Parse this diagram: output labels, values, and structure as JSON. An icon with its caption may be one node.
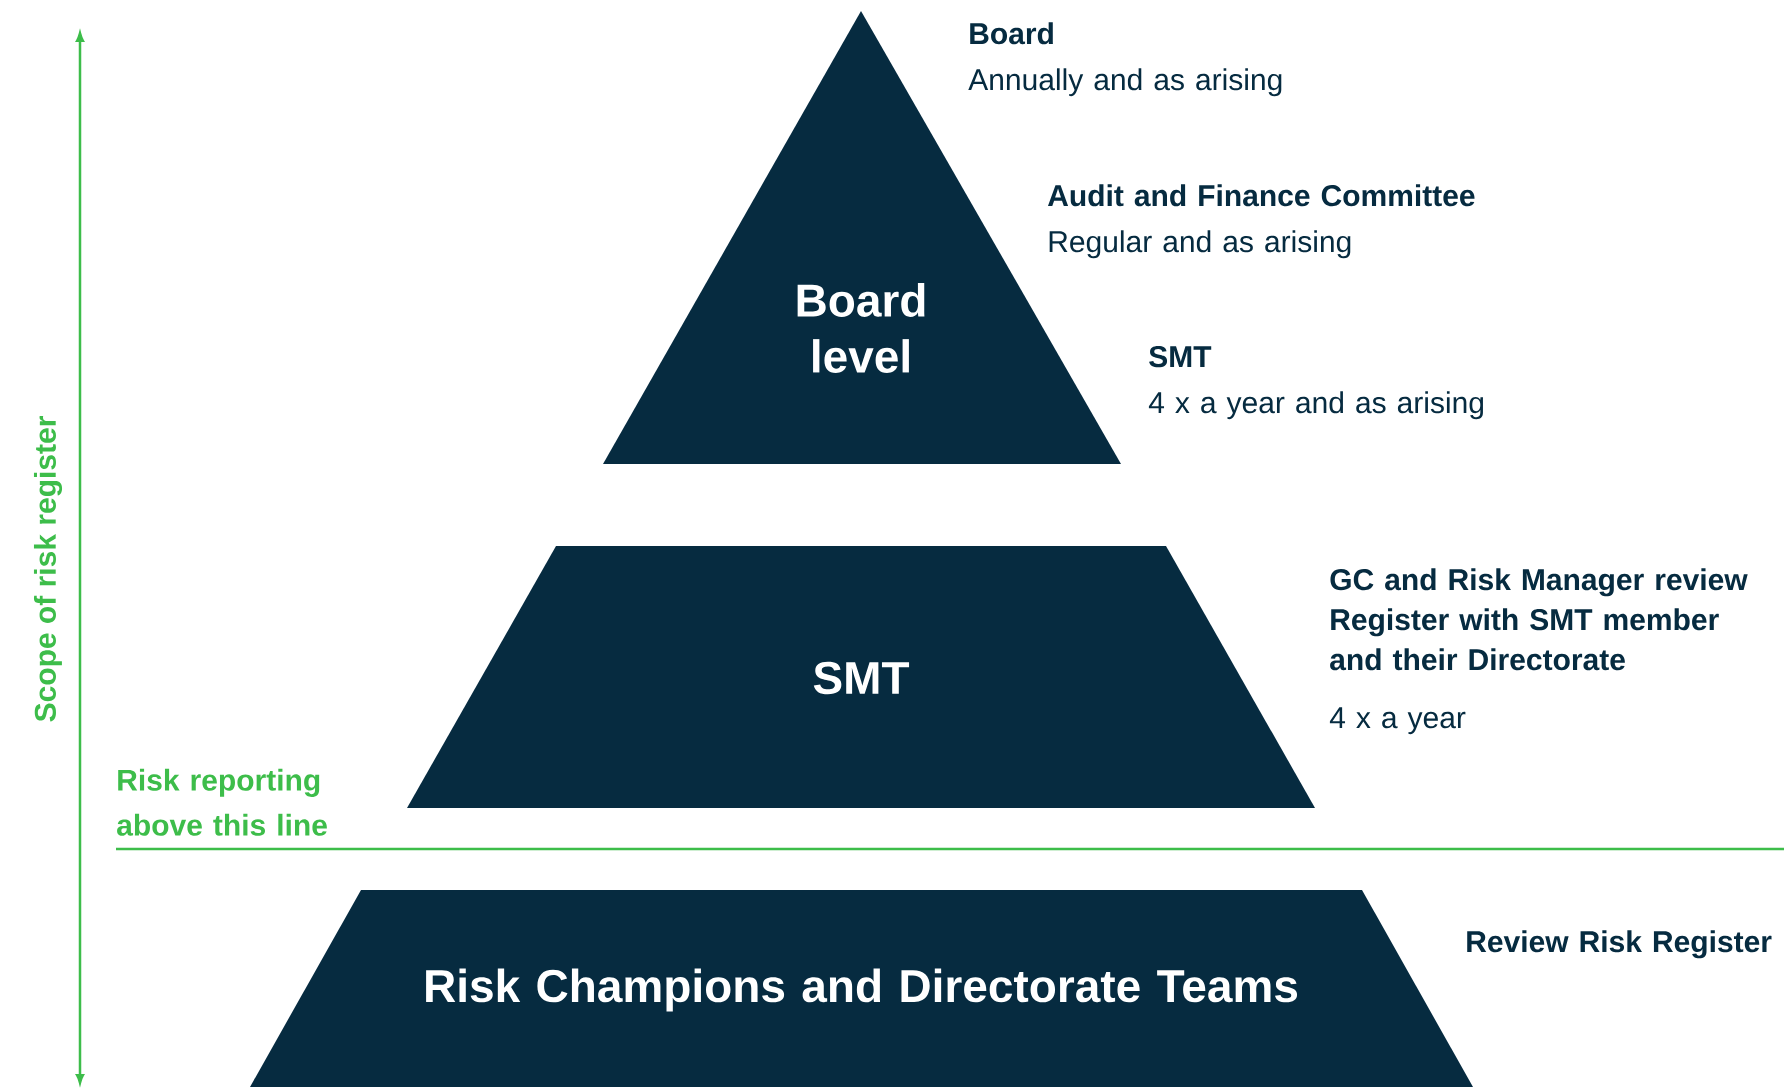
{
  "diagram": {
    "nodes": [
      {
        "text": [
          "Board level"
        ],
        "beside": [
          "Board",
          "Annually and as arising",
          "Audit and Finance Committee",
          "Regular and as arising",
          "SMT",
          "4 x a year and as arising"
        ]
      },
      {
        "text": [
          "SMT"
        ],
        "beside": [
          "GC and Risk Manager review Register with SMT member and their Directorate",
          "4 x a year"
        ]
      },
      {
        "text": [
          "Risk Champions and Directorate Teams"
        ],
        "beside": [
          "Review Risk Register"
        ]
      }
    ],
    "labels": [
      "Scope of risk register",
      "Risk reporting above this line"
    ]
  }
}
